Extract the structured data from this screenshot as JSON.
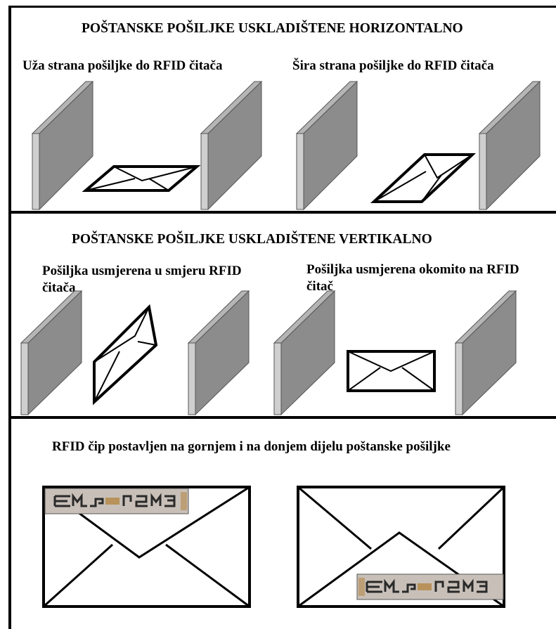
{
  "section_horizontal": {
    "title": "POŠTANSKE POŠILJKE USKLADIŠTENE HORIZONTALNO",
    "label_left": "Uža strana pošiljke do RFID čitača",
    "label_right": "Šira strana pošiljke do RFID čitača"
  },
  "section_vertical": {
    "title": "POŠTANSKE POŠILJKE USKLADIŠTENE VERTIKALNO",
    "label_left": "Pošiljka usmjerena u smjeru RFID čitača",
    "label_right": "Pošiljka usmjerena okomito na RFID čitač"
  },
  "section_chip": {
    "label": "RFID čip postavljen na gornjem i na donjem dijelu poštanske pošiljke"
  },
  "colors": {
    "panel_face": "#8c8c8c",
    "panel_edge": "#cfcfcf",
    "chip_background": "#c8c0b8",
    "chip_print": "#2a2a2a",
    "chip_gold": "#b8925a"
  }
}
